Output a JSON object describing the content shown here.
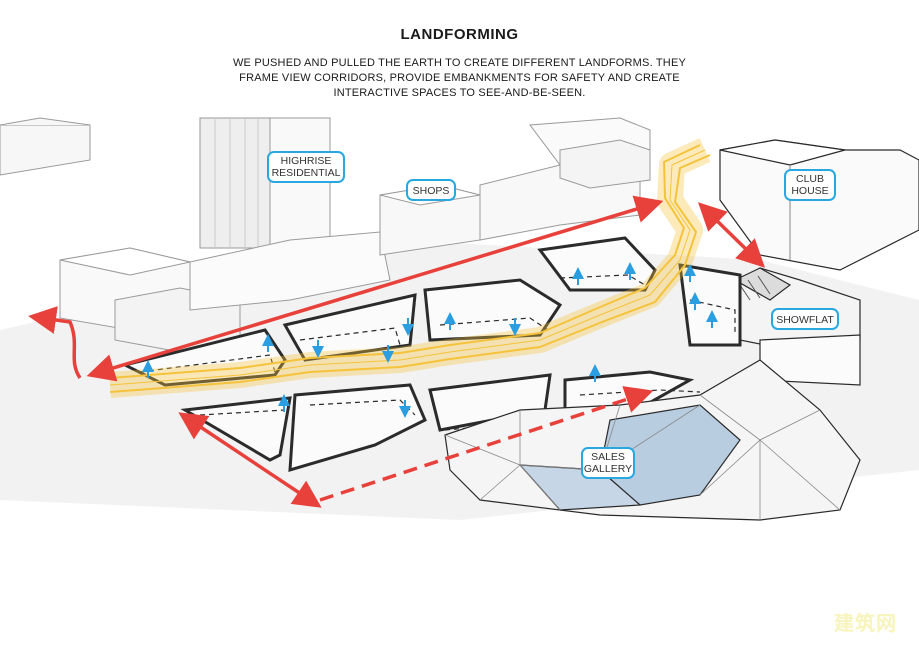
{
  "header": {
    "title": "LANDFORMING",
    "description_lines": [
      "WE PUSHED AND PULLED THE EARTH TO CREATE DIFFERENT LANDFORMS. THEY",
      "FRAME VIEW CORRIDORS, PROVIDE EMBANKMENTS FOR SAFETY AND CREATE",
      "INTERACTIVE SPACES TO SEE-AND-BE-SEEN."
    ]
  },
  "labels": {
    "highrise": [
      "HIGHRISE",
      "RESIDENTIAL"
    ],
    "shops": [
      "SHOPS"
    ],
    "clubhouse": [
      "CLUB",
      "HOUSE"
    ],
    "showflat": [
      "SHOWFLAT"
    ],
    "sales": [
      "SALES",
      "GALLERY"
    ]
  },
  "colors": {
    "label_border": "#29a8e0",
    "path_yellow": "#f5c33b",
    "arrow_red": "#e8413c",
    "up_arrow_blue": "#2a9ee0",
    "outline": "#2b2b2b",
    "glass_blue": "#b9cde0"
  },
  "watermark": "建筑网"
}
